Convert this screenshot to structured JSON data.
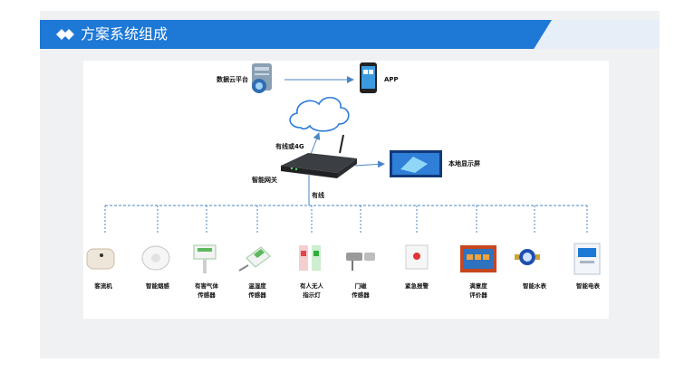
{
  "header": {
    "title": "方案系统组成"
  },
  "diagram": {
    "cloud_platform": "数据云平台",
    "app": "APP",
    "link_cloud": "有线或4G",
    "gateway": "智能网关",
    "local_display": "本地显示屏",
    "bus": "有线",
    "devices": [
      {
        "line1": "客流机",
        "line2": ""
      },
      {
        "line1": "智能烟感",
        "line2": ""
      },
      {
        "line1": "有害气体",
        "line2": "传感器"
      },
      {
        "line1": "温湿度",
        "line2": "传感器"
      },
      {
        "line1": "有人无人",
        "line2": "指示灯"
      },
      {
        "line1": "门磁",
        "line2": "传感器"
      },
      {
        "line1": "紧急报警",
        "line2": ""
      },
      {
        "line1": "满意度",
        "line2": "评价器"
      },
      {
        "line1": "智能水表",
        "line2": ""
      },
      {
        "line1": "智能电表",
        "line2": ""
      }
    ]
  },
  "colors": {
    "accent": "#1d78d6",
    "line": "#4a86c5",
    "slide_bg": "#f0f1f2"
  }
}
